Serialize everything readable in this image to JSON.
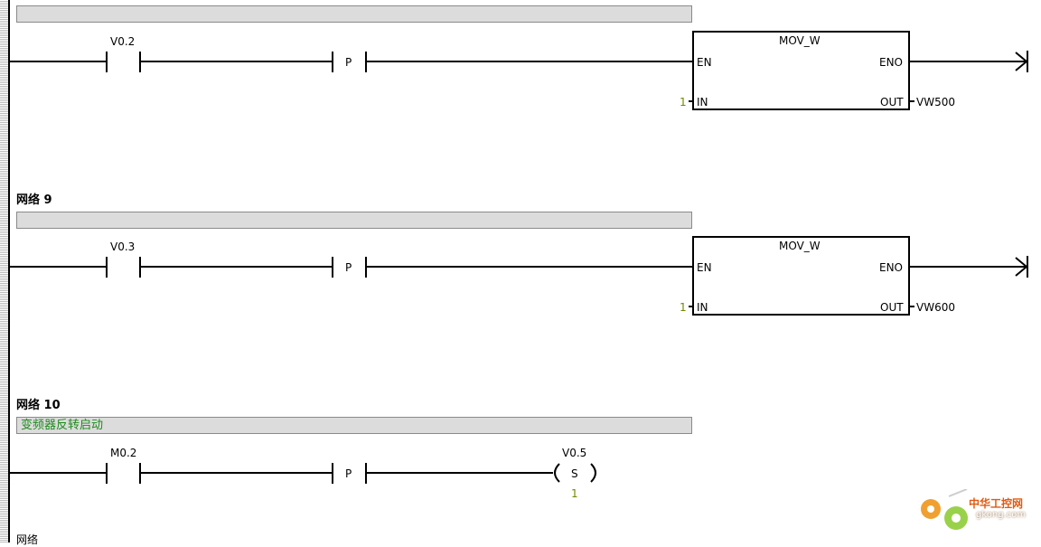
{
  "networks": [
    {
      "title": "",
      "comment": "",
      "contact_operand": "V0.2",
      "edge_label": "P",
      "box": {
        "name": "MOV_W",
        "en": "EN",
        "eno": "ENO",
        "in": "IN",
        "out": "OUT",
        "in_value": "1",
        "out_operand": "VW500"
      }
    },
    {
      "title": "网络 9",
      "comment": "",
      "contact_operand": "V0.3",
      "edge_label": "P",
      "box": {
        "name": "MOV_W",
        "en": "EN",
        "eno": "ENO",
        "in": "IN",
        "out": "OUT",
        "in_value": "1",
        "out_operand": "VW600"
      }
    },
    {
      "title": "网络 10",
      "comment": "变频器反转启动",
      "contact_operand": "M0.2",
      "edge_label": "P",
      "coil": {
        "operand": "V0.5",
        "type": "S",
        "count": "1"
      }
    }
  ],
  "watermark": {
    "brand": "中华工控网",
    "site": "gkong.com"
  },
  "cut_off_title": "网络"
}
